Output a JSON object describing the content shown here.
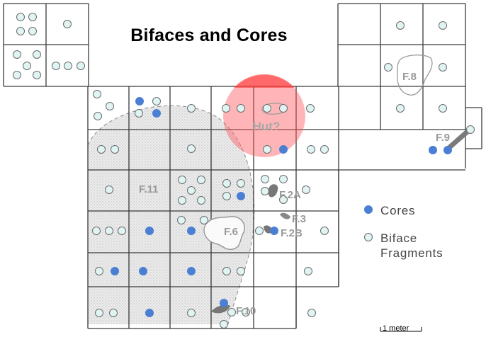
{
  "title": "Bifaces and Cores",
  "colors": {
    "core": "#4a7fd4",
    "biface_fill": "#dff4f3",
    "biface_stroke": "#6b6b6b",
    "grid": "#444444",
    "stipple": "#e6e6e6",
    "feature_label": "#9a9a9a",
    "hut_circle": "#ff6f74"
  },
  "legend": {
    "cores_label": "Cores",
    "biface_label": "Biface\nFragments"
  },
  "hut_label": "Hut?",
  "feature_labels": {
    "f8": "F.8",
    "f9": "F.9",
    "f11": "F.11",
    "f2a": "F.2A",
    "f3": "F.3",
    "f6": "F.6",
    "f2b": "F.2B",
    "f10": "F.10"
  },
  "scale_label": "1 meter"
}
